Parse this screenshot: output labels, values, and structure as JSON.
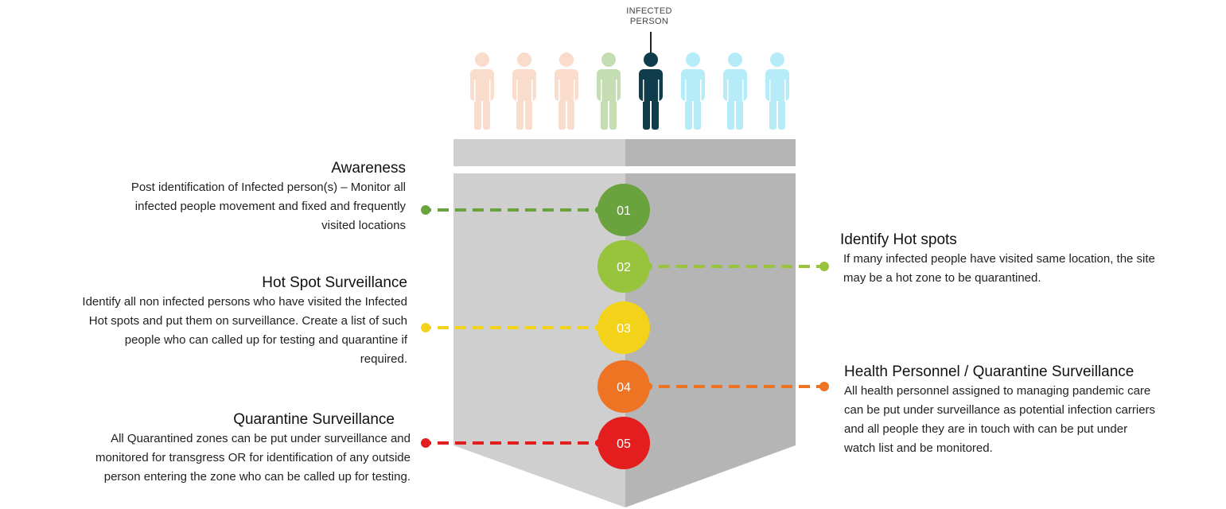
{
  "infected_label": {
    "line1": "INFECTED",
    "line2": "PERSON"
  },
  "people": [
    {
      "role": "non-infected",
      "color": "#f9dccb"
    },
    {
      "role": "non-infected",
      "color": "#f9dccb"
    },
    {
      "role": "non-infected",
      "color": "#f9dccb"
    },
    {
      "role": "contact",
      "color": "#c4ddb3"
    },
    {
      "role": "infected",
      "color": "#0f3d4c"
    },
    {
      "role": "non-infected",
      "color": "#b5ecf8"
    },
    {
      "role": "non-infected",
      "color": "#b5ecf8"
    },
    {
      "role": "non-infected",
      "color": "#b5ecf8"
    }
  ],
  "colors": {
    "shield_left": "#cfcfcf",
    "shield_right": "#b5b5b5",
    "step_01": "#6aa23e",
    "step_02": "#97c33d",
    "step_03": "#f2d31a",
    "step_04": "#ee7424",
    "step_05": "#e41e1e"
  },
  "steps": [
    {
      "num": "01",
      "side": "left",
      "title": "Awareness",
      "lines": [
        "Post identification of Infected person(s) – Monitor all",
        "infected people movement and fixed and frequently",
        "visited locations"
      ]
    },
    {
      "num": "02",
      "side": "right",
      "title": "Identify Hot spots",
      "lines": [
        "If many infected people have visited same location, the site",
        "may be a hot zone to be quarantined."
      ]
    },
    {
      "num": "03",
      "side": "left",
      "title": "Hot Spot Surveillance",
      "lines": [
        "Identify all non infected persons who have visited the Infected",
        "Hot spots and put them on surveillance. Create a list of such",
        "people who can called up for testing and quarantine if",
        "required."
      ]
    },
    {
      "num": "04",
      "side": "right",
      "title": "Health Personnel / Quarantine Surveillance",
      "lines": [
        "All health personnel assigned to managing pandemic care",
        "can be put under surveillance as potential infection carriers",
        "and  all people they are in touch with can be put under",
        "watch list and be monitored."
      ]
    },
    {
      "num": "05",
      "side": "left",
      "title": "Quarantine Surveillance",
      "lines": [
        "All Quarantined zones can be put under surveillance and",
        "monitored for transgress OR for identification of any outside",
        "person entering the zone who can be called up for testing."
      ]
    }
  ]
}
